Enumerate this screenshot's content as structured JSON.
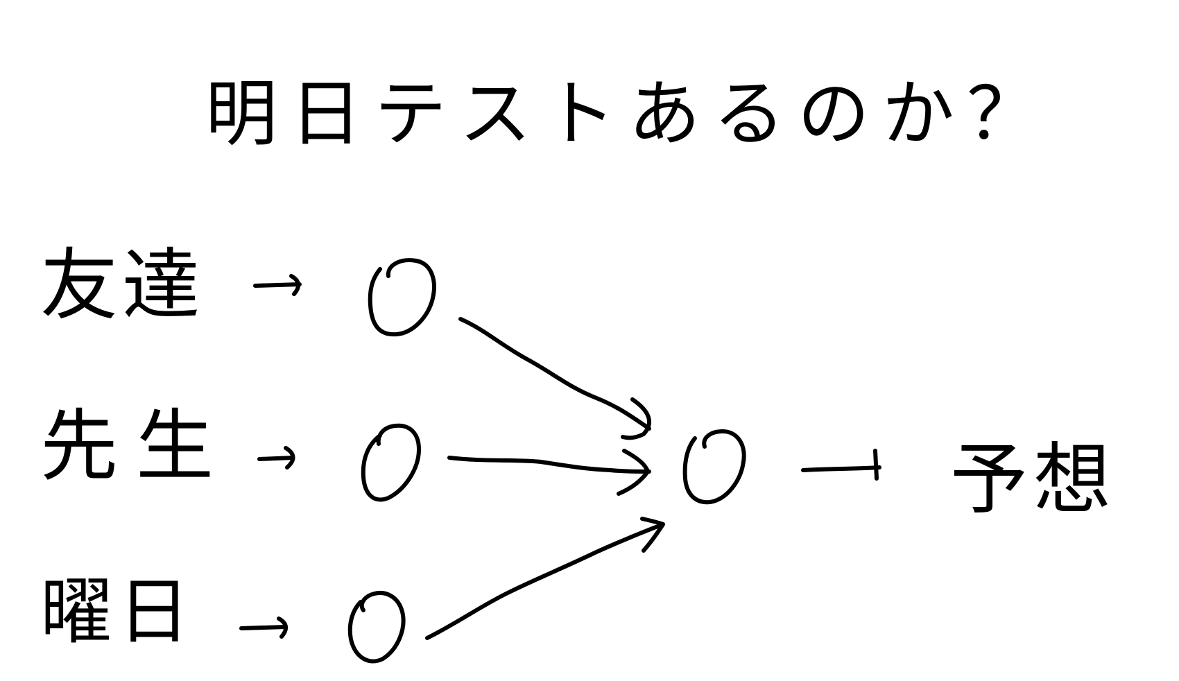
{
  "title": "明日テストあるのか？",
  "inputs": [
    {
      "label": "友達"
    },
    {
      "label": "先生"
    },
    {
      "label": "曜日"
    }
  ],
  "output": {
    "label": "予想"
  },
  "colors": {
    "ink": "#000000",
    "background": "#ffffff"
  }
}
